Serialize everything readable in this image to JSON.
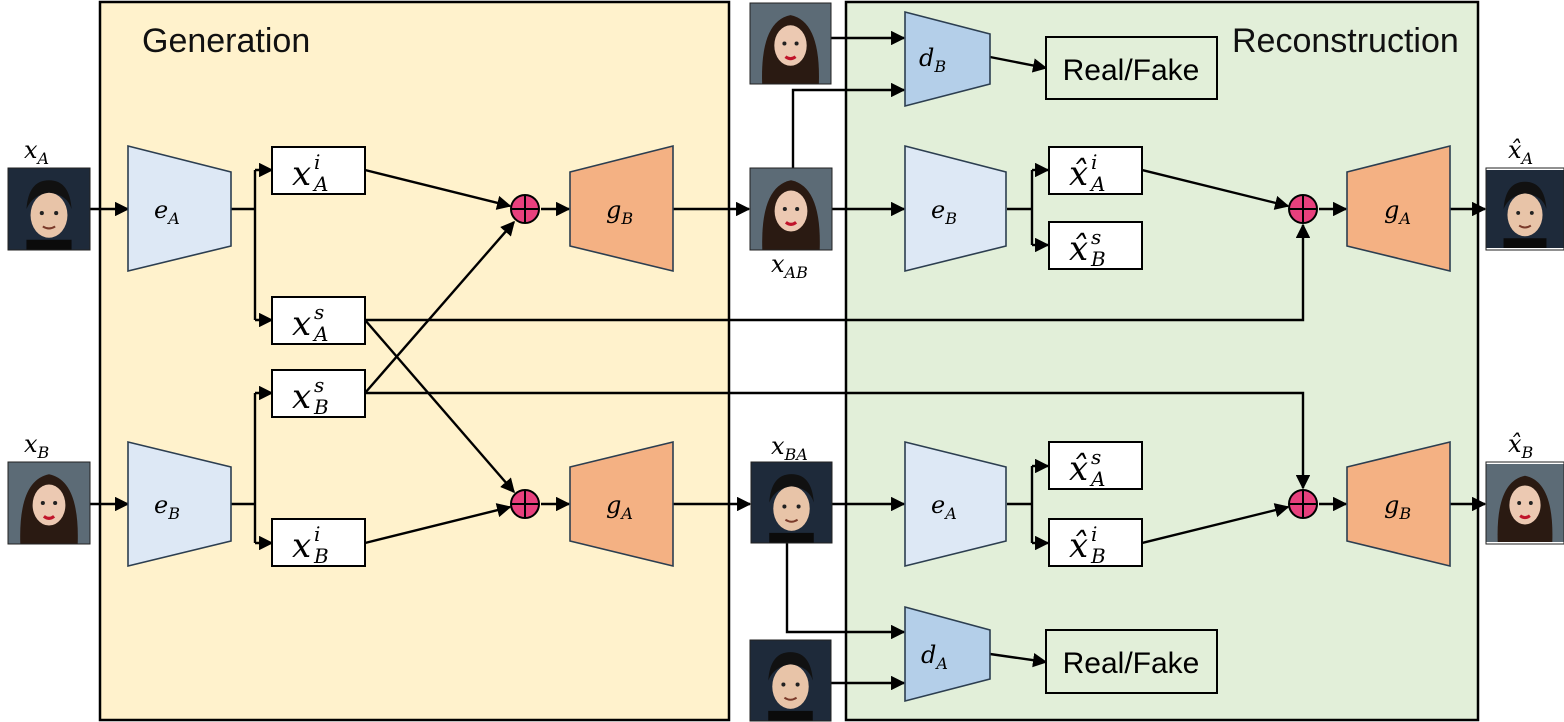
{
  "panels": {
    "generation": {
      "title": "Generation",
      "color": "#fff2cc"
    },
    "reconstruction": {
      "title": "Reconstruction",
      "color": "#e2efd9"
    }
  },
  "colors": {
    "encoder": "#dde8f5",
    "decoder": "#f4b183",
    "discriminator": "#b4cfe9",
    "combine": "#e8407d"
  },
  "inputs": {
    "x_A": {
      "base": "x",
      "sub": "A"
    },
    "x_B": {
      "base": "x",
      "sub": "B"
    },
    "x_AB": {
      "base": "x",
      "sub": "AB"
    },
    "x_BA": {
      "base": "x",
      "sub": "BA"
    },
    "xhat_A": {
      "base": "x̂",
      "sub": "A"
    },
    "xhat_B": {
      "base": "x̂",
      "sub": "B"
    }
  },
  "modules": {
    "gen_e_A": {
      "base": "e",
      "sub": "A"
    },
    "gen_e_B": {
      "base": "e",
      "sub": "B"
    },
    "gen_g_B": {
      "base": "g",
      "sub": "B"
    },
    "gen_g_A": {
      "base": "g",
      "sub": "A"
    },
    "rec_e_B": {
      "base": "e",
      "sub": "B"
    },
    "rec_e_A": {
      "base": "e",
      "sub": "A"
    },
    "rec_g_A": {
      "base": "g",
      "sub": "A"
    },
    "rec_g_B": {
      "base": "g",
      "sub": "B"
    },
    "d_B": {
      "base": "d",
      "sub": "B"
    },
    "d_A": {
      "base": "d",
      "sub": "A"
    }
  },
  "features": {
    "xA_i": {
      "base": "x",
      "sup": "i",
      "sub": "A"
    },
    "xA_s": {
      "base": "x",
      "sup": "s",
      "sub": "A"
    },
    "xB_s": {
      "base": "x",
      "sup": "s",
      "sub": "B"
    },
    "xB_i": {
      "base": "x",
      "sup": "i",
      "sub": "B"
    },
    "xhatA_i": {
      "base": "x̂",
      "sup": "i",
      "sub": "A"
    },
    "xhatB_s": {
      "base": "x̂",
      "sup": "s",
      "sub": "B"
    },
    "xhatA_s": {
      "base": "x̂",
      "sup": "s",
      "sub": "A"
    },
    "xhatB_i": {
      "base": "x̂",
      "sup": "i",
      "sub": "B"
    }
  },
  "discriminator_outputs": {
    "top": "Real/Fake",
    "bottom": "Real/Fake"
  }
}
